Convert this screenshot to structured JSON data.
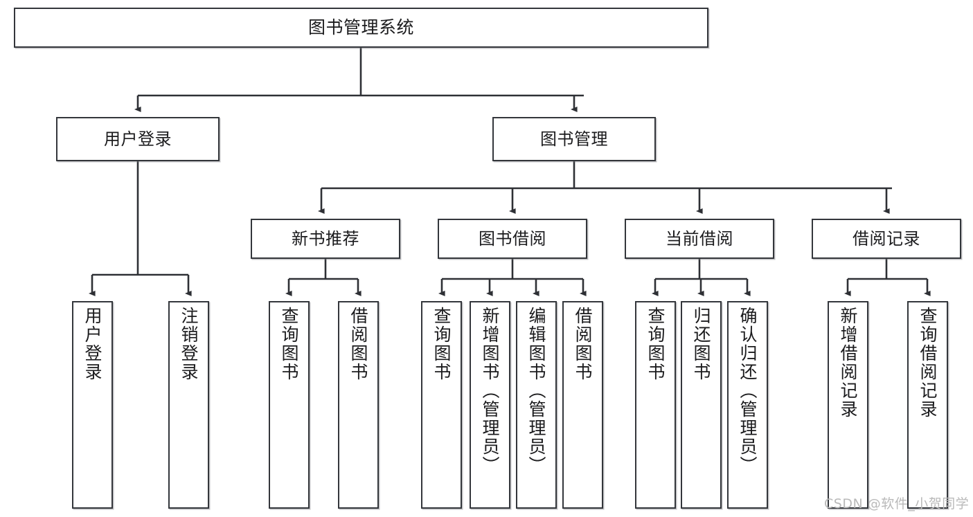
{
  "diagram": {
    "type": "hierarchy-tree",
    "title": "图书管理系统",
    "orientation": "top-down",
    "root": {
      "id": "root",
      "label": "图书管理系统"
    },
    "level2": [
      {
        "id": "user-login",
        "label": "用户登录"
      },
      {
        "id": "book-management",
        "label": "图书管理"
      }
    ],
    "level3": [
      {
        "id": "new-book-recommend",
        "label": "新书推荐",
        "parent": "book-management"
      },
      {
        "id": "book-borrow",
        "label": "图书借阅",
        "parent": "book-management"
      },
      {
        "id": "current-borrow",
        "label": "当前借阅",
        "parent": "book-management"
      },
      {
        "id": "borrow-record",
        "label": "借阅记录",
        "parent": "book-management"
      }
    ],
    "leaves": [
      {
        "id": "leaf-user-login",
        "label": "用户登录",
        "parent": "user-login"
      },
      {
        "id": "leaf-user-logout",
        "label": "注销登录",
        "parent": "user-login"
      },
      {
        "id": "leaf-query-book-1",
        "label": "查询图书",
        "parent": "new-book-recommend"
      },
      {
        "id": "leaf-borrow-book-1",
        "label": "借阅图书",
        "parent": "new-book-recommend"
      },
      {
        "id": "leaf-query-book-2",
        "label": "查询图书",
        "parent": "book-borrow"
      },
      {
        "id": "leaf-add-book",
        "label": "新增图书（管理员）",
        "parent": "book-borrow"
      },
      {
        "id": "leaf-edit-book",
        "label": "编辑图书（管理员）",
        "parent": "book-borrow"
      },
      {
        "id": "leaf-borrow-book-2",
        "label": "借阅图书",
        "parent": "book-borrow"
      },
      {
        "id": "leaf-query-book-3",
        "label": "查询图书",
        "parent": "current-borrow"
      },
      {
        "id": "leaf-return-book",
        "label": "归还图书",
        "parent": "current-borrow"
      },
      {
        "id": "leaf-confirm-return",
        "label": "确认归还（管理员）",
        "parent": "current-borrow"
      },
      {
        "id": "leaf-add-record",
        "label": "新增借阅记录",
        "parent": "borrow-record"
      },
      {
        "id": "leaf-query-record",
        "label": "查询借阅记录",
        "parent": "borrow-record"
      }
    ],
    "colors": {
      "border": "#33363b",
      "background": "#ffffff",
      "text": "#1b1b1d",
      "edge": "#2e3035",
      "watermark": "#b9b9b9"
    }
  },
  "watermark": {
    "text": "CSDN @软件_小贺同学"
  }
}
